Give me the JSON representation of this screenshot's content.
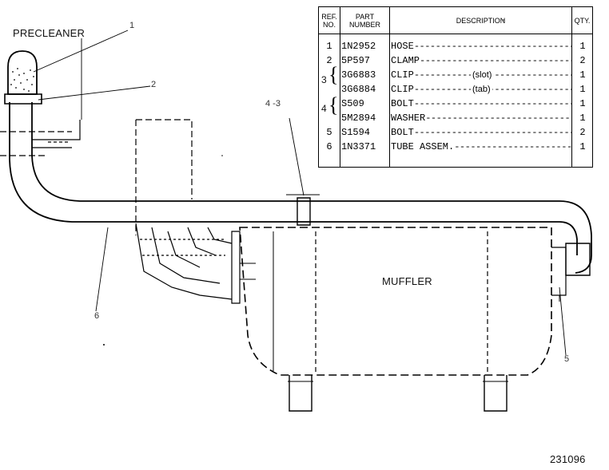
{
  "labels": {
    "precleaner": "PRECLEANER",
    "muffler": "MUFFLER",
    "drawing_number": "231096"
  },
  "callouts": {
    "c1": "1",
    "c2": "2",
    "c43": "4 -3",
    "c6": "6",
    "c5": "5"
  },
  "table": {
    "headers": {
      "ref": [
        "REF.",
        "NO."
      ],
      "part": [
        "PART",
        "NUMBER"
      ],
      "desc": "DESCRIPTION",
      "qty": "QTY."
    },
    "rows": [
      {
        "ref": "1",
        "part": "1N2952",
        "desc": "HOSE",
        "note": "",
        "qty": "1"
      },
      {
        "ref": "2",
        "part": "5P597",
        "desc": "CLAMP",
        "note": "",
        "qty": "2"
      },
      {
        "ref": "",
        "part": "3G6883",
        "desc": "CLIP",
        "note": "(slot)",
        "qty": "1"
      },
      {
        "ref": "",
        "part": "3G6884",
        "desc": "CLIP",
        "note": "(tab)",
        "qty": "1"
      },
      {
        "ref": "",
        "part": "S509",
        "desc": "BOLT",
        "note": "",
        "qty": "1"
      },
      {
        "ref": "",
        "part": "5M2894",
        "desc": "WASHER",
        "note": "",
        "qty": "1"
      },
      {
        "ref": "5",
        "part": "S1594",
        "desc": "BOLT",
        "note": "",
        "qty": "2"
      },
      {
        "ref": "6",
        "part": "1N3371",
        "desc": "TUBE ASSEM.",
        "note": "",
        "qty": "1"
      }
    ],
    "group_refs": {
      "g3": "3",
      "g4": "4"
    }
  }
}
